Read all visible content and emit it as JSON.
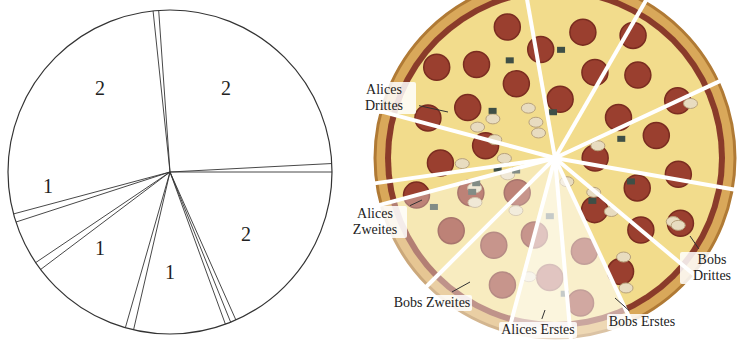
{
  "diagram": {
    "labels": [
      "2",
      "2",
      "1",
      "2",
      "1",
      "1",
      "Alices Drittes",
      "Alices Zweites",
      "Bobs Zweites",
      "Alices Erstes",
      "Bobs Erstes",
      "Bobs Drittes"
    ]
  }
}
